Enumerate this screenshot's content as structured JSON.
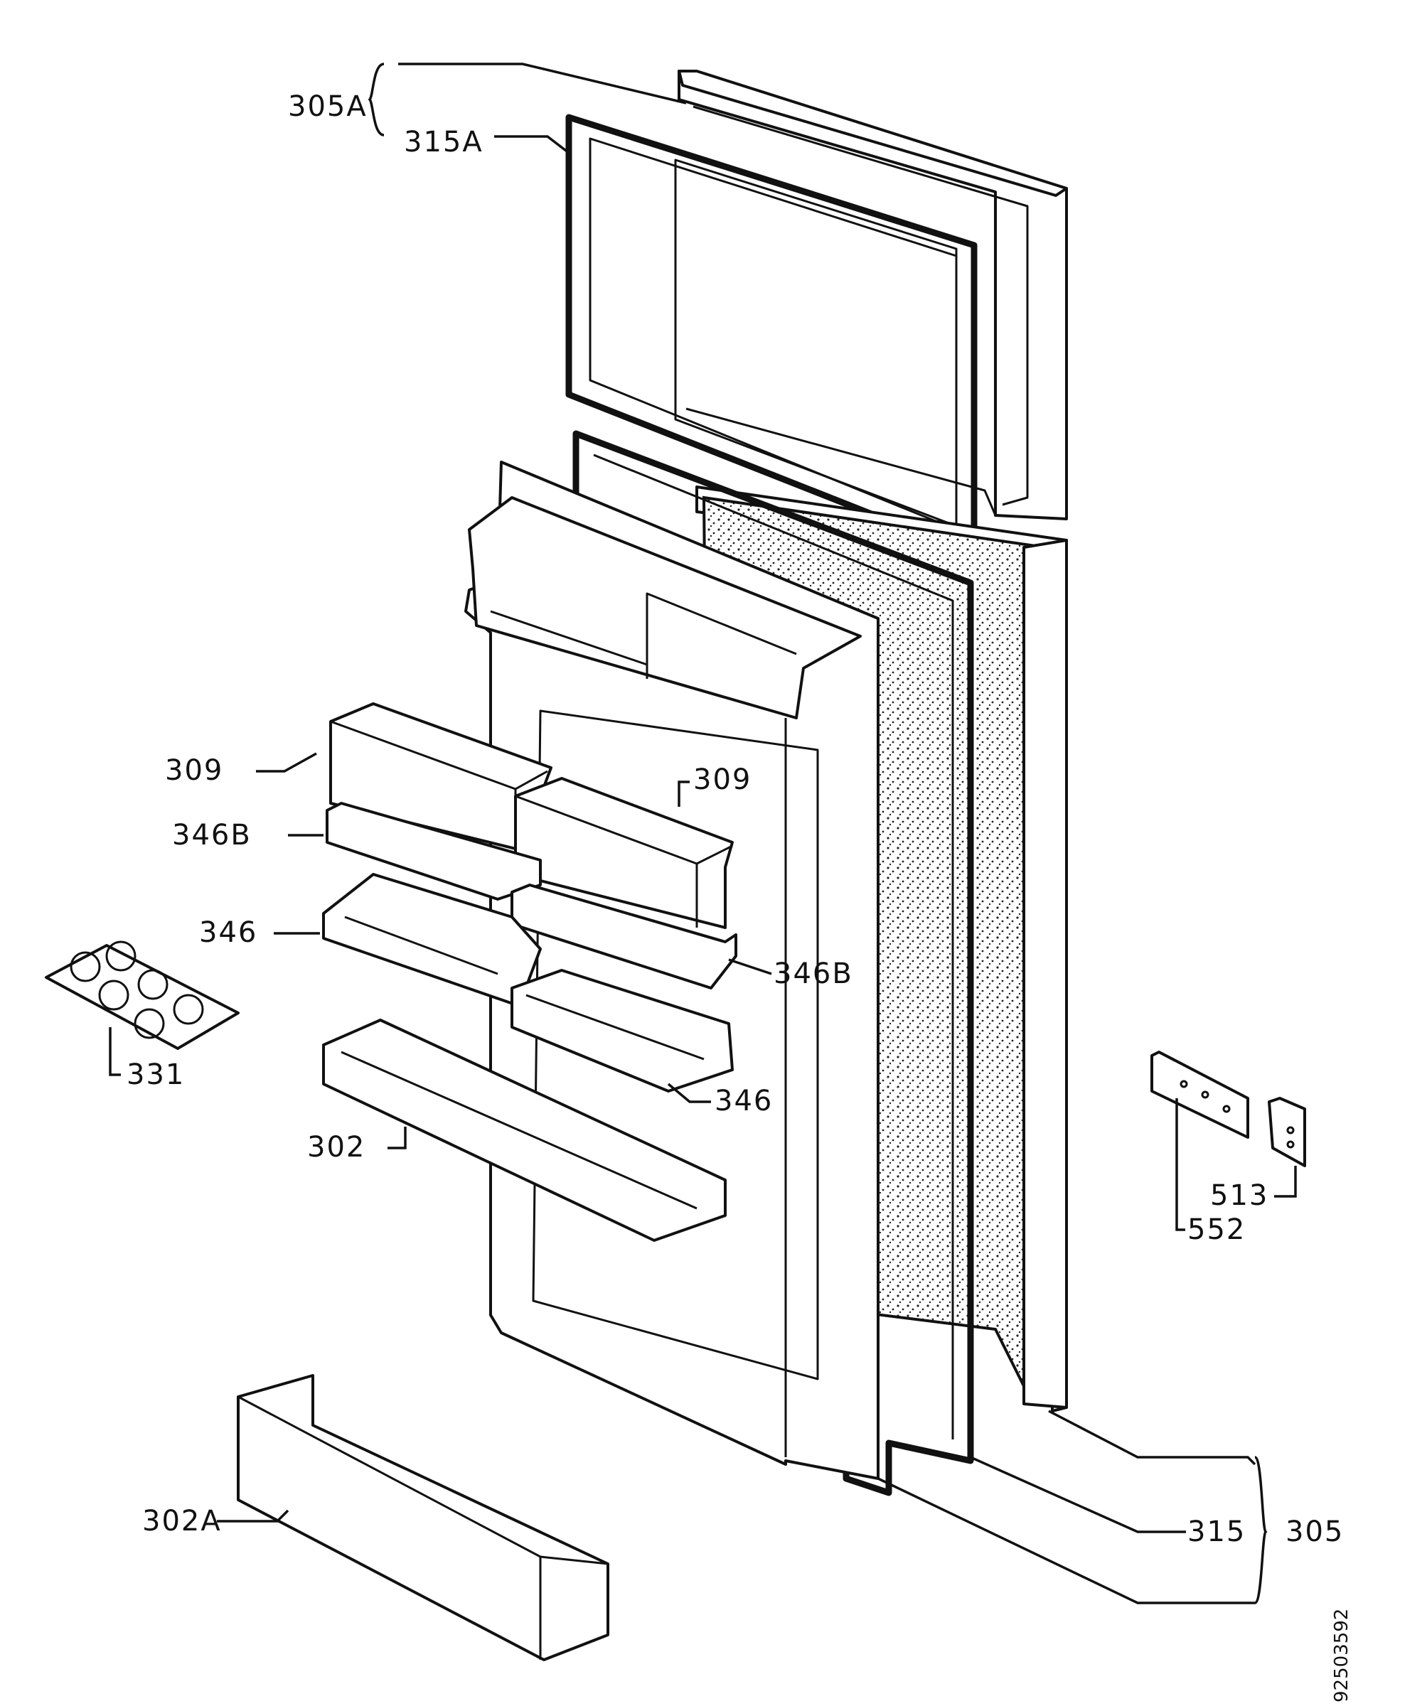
{
  "labels": {
    "l305A": "305A",
    "l315A": "315A",
    "l309a": "309",
    "l309b": "309",
    "l346Ba": "346B",
    "l346Bb": "346B",
    "l346a": "346",
    "l346b": "346",
    "l331": "331",
    "l302": "302",
    "l302A": "302A",
    "l513": "513",
    "l552": "552",
    "l315": "315",
    "l305": "305"
  },
  "figure_code": "92503592",
  "colors": {
    "line": "#111111",
    "background": "#ffffff"
  }
}
